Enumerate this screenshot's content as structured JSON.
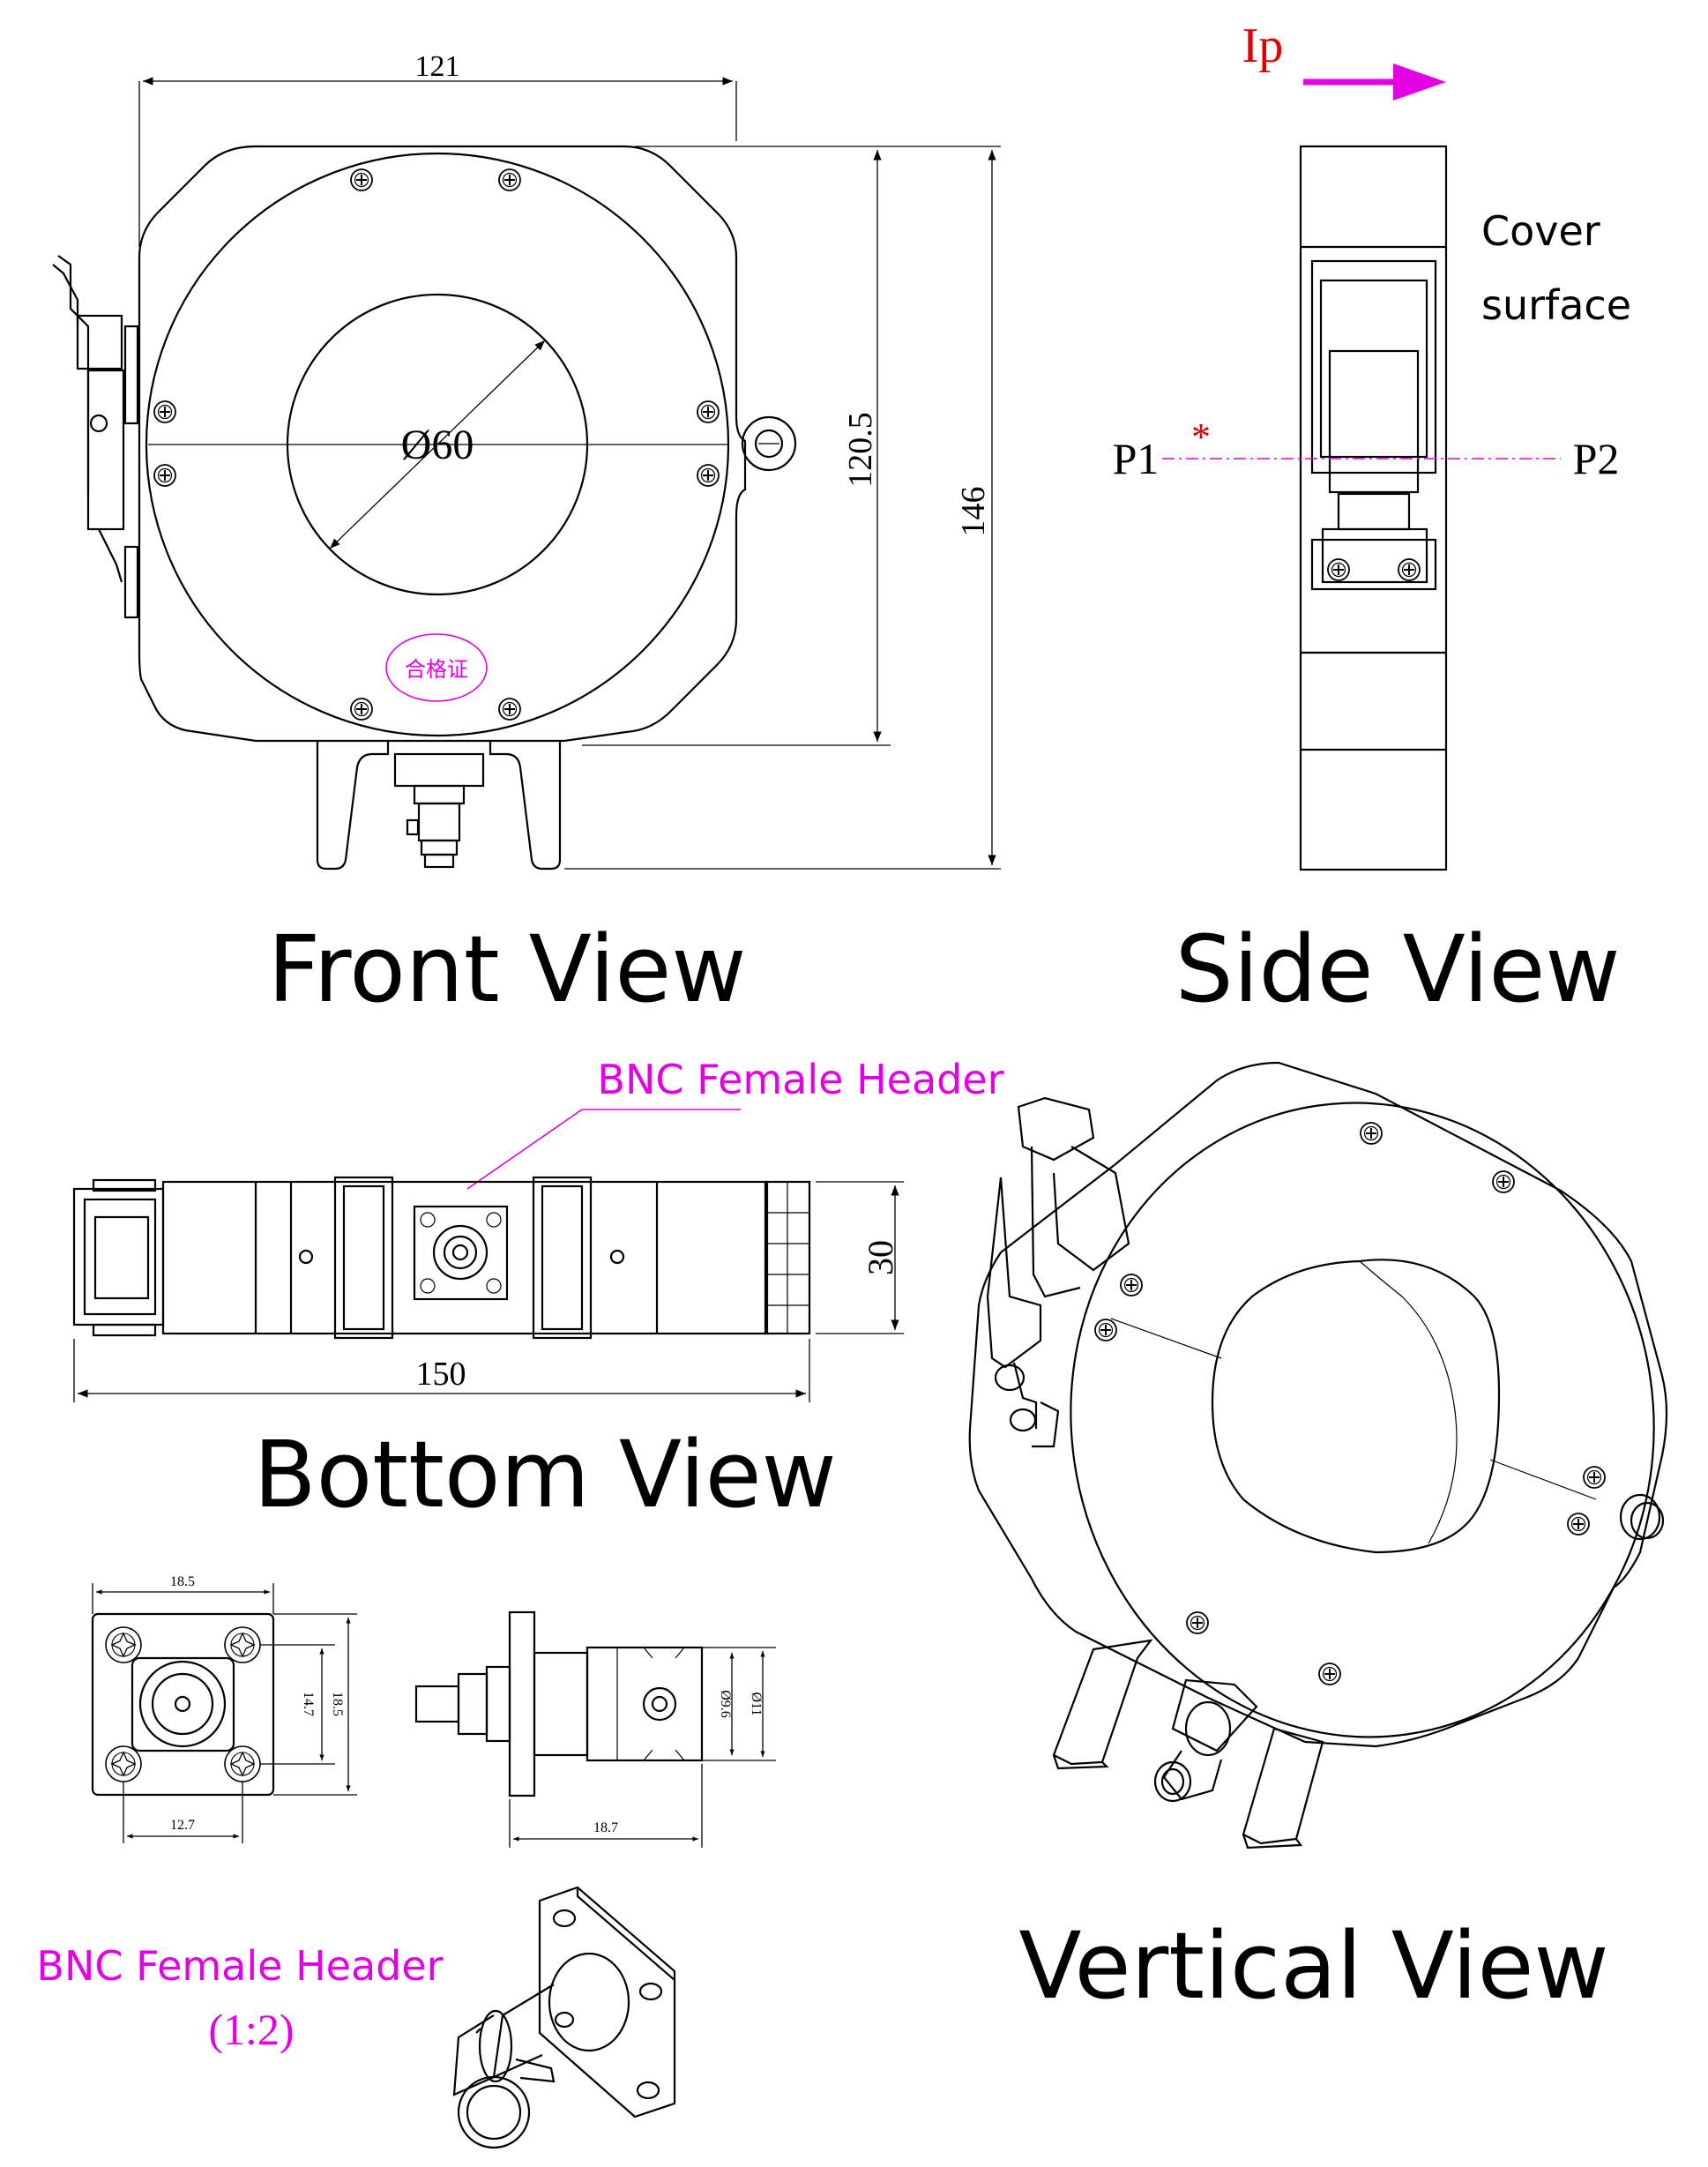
{
  "views": {
    "front": {
      "title": "Front View",
      "dim_width": "121",
      "dim_inner_height": "120.5",
      "dim_total_height": "146",
      "dim_aperture": "Ø60",
      "stamp": "合格证"
    },
    "side": {
      "title": "Side View",
      "current_label": "Ip",
      "cover_label_line1": "Cover",
      "cover_label_line2": "surface",
      "p1": "P1",
      "p2": "P2",
      "polarity_mark": "*"
    },
    "bottom": {
      "title": "Bottom View",
      "callout": "BNC Female Header",
      "dim_length": "150",
      "dim_depth": "30"
    },
    "connector_detail": {
      "dim_flange_width": "18.5",
      "dim_flange_height": "18.5",
      "dim_hole_spacing_v": "14.7",
      "dim_hole_spacing_h": "12.7",
      "dim_body_length": "18.7",
      "dim_inner_dia": "Ø9.6",
      "dim_outer_dia": "Ø11"
    },
    "connector_iso": {
      "label": "BNC Female Header",
      "scale": "(1:2)"
    },
    "vertical": {
      "title": "Vertical View"
    }
  },
  "colors": {
    "line": "#000000",
    "accent_magenta": "#e400e4",
    "accent_red": "#e00000"
  }
}
